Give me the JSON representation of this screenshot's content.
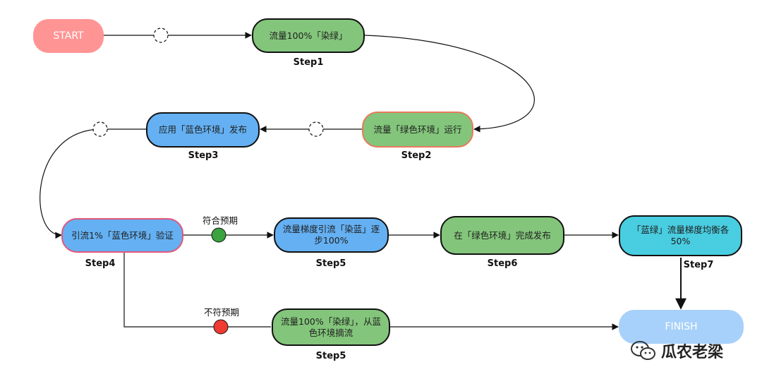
{
  "nodes": {
    "start": "START",
    "n1": "流量100%「染绿」",
    "n2": "流量「绿色环境」运行",
    "n3": "应用「蓝色环境」发布",
    "n4": "引流1%「蓝色环境」验证",
    "n5a": "流量梯度引流「染蓝」逐步100%",
    "n6": "在「绿色环境」完成发布",
    "n7": "「蓝绿」流量梯度均衡各50%",
    "n5b": "流量100%「染绿」，从蓝色环境摘流",
    "finish": "FINISH"
  },
  "steps": {
    "s1": "Step1",
    "s2": "Step2",
    "s3": "Step3",
    "s4": "Step4",
    "s5a": "Step5",
    "s6": "Step6",
    "s7": "Step7",
    "s5b": "Step5"
  },
  "conditions": {
    "pass": "符合预期",
    "fail": "不符预期"
  },
  "colors": {
    "start": "#ff9494",
    "finish": "#a7d1fa",
    "green": "#83c57b",
    "blue": "#64b0f2",
    "cyan": "#49cde0",
    "pass": "#3aa23e",
    "fail": "#ef3b32"
  },
  "watermark": "瓜农老梁"
}
